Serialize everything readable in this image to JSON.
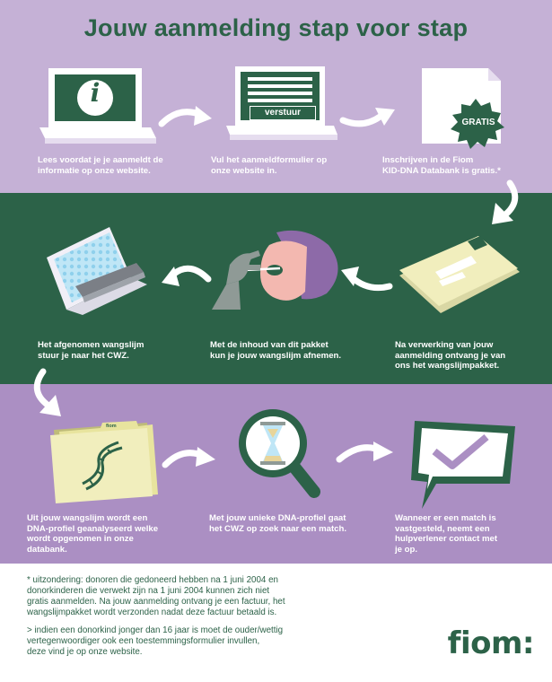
{
  "title": "Jouw aanmelding stap voor stap",
  "steps": {
    "s1": "Lees voordat je je aanmeldt de\ninformatie op onze website.",
    "s2": "Vul het aanmeldformulier op\nonze website in.",
    "s3": "Inschrijven in de Fiom\nKID-DNA Databank is gratis.*",
    "s4": "Na verwerking van jouw\naanmelding ontvang je van\nons het wangslijmpakket.",
    "s5": "Met de inhoud van dit pakket\nkun je jouw wangslijm afnemen.",
    "s6": "Het afgenomen wangslijm\nstuur je naar het CWZ.",
    "s7": "Uit jouw wangslijm wordt een\nDNA-profiel geanalyseerd welke\nwordt opgenomen in onze\ndatabank.",
    "s8": "Met jouw unieke DNA-profiel gaat\nhet CWZ op zoek naar een match.",
    "s9": "Wanneer er een match is\nvastgesteld, neemt een\nhulpverlener contact met\nje op."
  },
  "labels": {
    "verstuur": "verstuur",
    "gratis": "GRATIS",
    "folder": "fiom",
    "info_icon": "i"
  },
  "footnotes": {
    "star": "* uitzondering: donoren die gedoneerd hebben na 1 juni 2004 en\ndonorkinderen die verwekt zijn na 1 juni 2004 kunnen zich niet\ngratis aanmelden. Na jouw aanmelding ontvang je een factuur, het\nwangslijmpakket wordt verzonden nadat deze factuur betaald is.",
    "arrow": "> indien een donorkind jonger dan 16 jaar is moet de ouder/wettig\nvertegenwoordiger ook een toestemmingsformulier invullen,\ndeze vind je op onze website."
  },
  "logo": "fiom:",
  "colors": {
    "green": "#2c6248",
    "lilac_light": "#c5b1d6",
    "lilac_dark": "#ab8fc3",
    "white": "#ffffff"
  }
}
